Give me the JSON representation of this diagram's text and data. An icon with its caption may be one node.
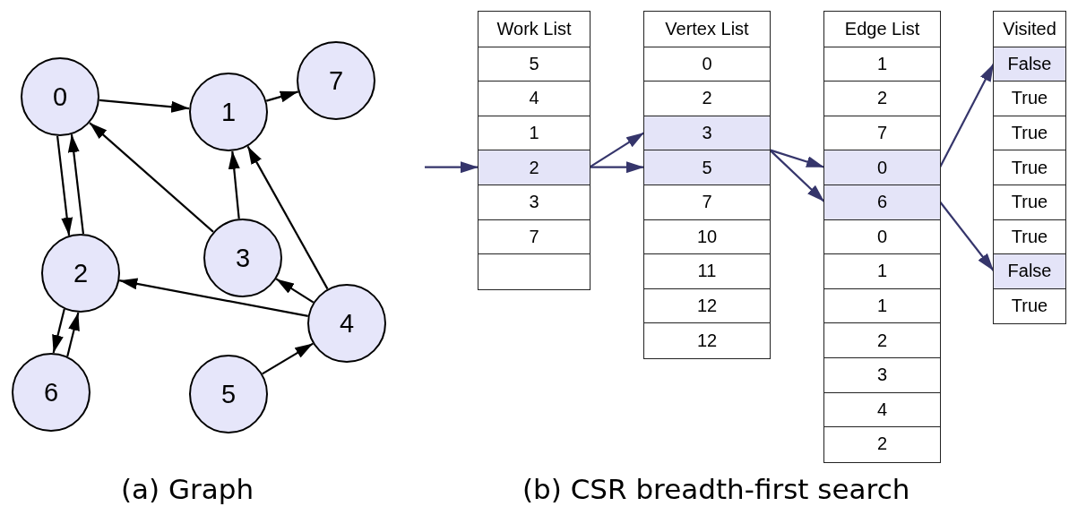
{
  "diagram": {
    "nodes": [
      {
        "text": [
          "0"
        ]
      },
      {
        "text": [
          "1"
        ]
      },
      {
        "text": [
          "2"
        ]
      },
      {
        "text": [
          "3"
        ]
      },
      {
        "text": [
          "4"
        ]
      },
      {
        "text": [
          "5"
        ]
      },
      {
        "text": [
          "6"
        ]
      },
      {
        "text": [
          "7"
        ]
      },
      {
        "text": [
          "Work List"
        ]
      },
      {
        "text": [
          "5"
        ],
        "in": 8
      },
      {
        "text": [
          "4"
        ],
        "in": 8
      },
      {
        "text": [
          "1"
        ],
        "in": 8
      },
      {
        "text": [
          "2"
        ],
        "in": 8
      },
      {
        "text": [
          "3"
        ],
        "in": 8
      },
      {
        "text": [
          "7"
        ],
        "in": 8
      },
      {
        "text": [],
        "shape": "box",
        "in": 8
      },
      {
        "text": [
          "Vertex List"
        ]
      },
      {
        "text": [
          "0"
        ],
        "in": 16
      },
      {
        "text": [
          "2"
        ],
        "in": 16
      },
      {
        "text": [
          "3"
        ],
        "in": 16
      },
      {
        "text": [
          "5"
        ],
        "in": 16
      },
      {
        "text": [
          "7"
        ],
        "in": 16
      },
      {
        "text": [
          "10"
        ],
        "in": 16
      },
      {
        "text": [
          "11"
        ],
        "in": 16
      },
      {
        "text": [
          "12"
        ],
        "in": 16
      },
      {
        "text": [
          "12"
        ],
        "in": 16
      },
      {
        "text": [
          "Edge List"
        ]
      },
      {
        "text": [
          "1"
        ],
        "in": 26
      },
      {
        "text": [
          "2"
        ],
        "in": 26
      },
      {
        "text": [
          "7"
        ],
        "in": 26
      },
      {
        "text": [
          "0"
        ],
        "in": 26
      },
      {
        "text": [
          "6"
        ],
        "in": 26
      },
      {
        "text": [
          "0"
        ],
        "in": 26
      },
      {
        "text": [
          "1"
        ],
        "in": 26
      },
      {
        "text": [
          "1"
        ],
        "in": 26
      },
      {
        "text": [
          "2"
        ],
        "in": 26
      },
      {
        "text": [
          "3"
        ],
        "in": 26
      },
      {
        "text": [
          "4"
        ],
        "in": 26
      },
      {
        "text": [
          "2"
        ],
        "in": 26
      },
      {
        "text": [
          "Visited"
        ]
      },
      {
        "text": [
          "False"
        ],
        "in": 39
      },
      {
        "text": [
          "True"
        ],
        "in": 39
      },
      {
        "text": [
          "True"
        ],
        "in": 39
      },
      {
        "text": [
          "True"
        ],
        "in": 39
      },
      {
        "text": [
          "True"
        ],
        "in": 39
      },
      {
        "text": [
          "True"
        ],
        "in": 39
      },
      {
        "text": [
          "False"
        ],
        "in": 39
      },
      {
        "text": [
          "True"
        ],
        "in": 39
      }
    ],
    "edges": [
      {
        "from": 0,
        "to": 1,
        "arrow": "to"
      },
      {
        "from": 1,
        "to": 7,
        "arrow": "to"
      },
      {
        "from": 0,
        "to": 2,
        "arrow": "to"
      },
      {
        "from": 2,
        "to": 0,
        "arrow": "to"
      },
      {
        "from": 3,
        "to": 0,
        "arrow": "to"
      },
      {
        "from": 3,
        "to": 1,
        "arrow": "to"
      },
      {
        "from": 4,
        "to": 1,
        "arrow": "to"
      },
      {
        "from": 4,
        "to": 3,
        "arrow": "to"
      },
      {
        "from": 4,
        "to": 2,
        "arrow": "to"
      },
      {
        "from": 5,
        "to": 4,
        "arrow": "to"
      },
      {
        "from": 6,
        "to": 2,
        "arrow": "to"
      },
      {
        "from": 2,
        "to": 6,
        "arrow": "to"
      },
      {
        "from": null,
        "to": 12,
        "arrow": "to",
        "color": "#35356b"
      },
      {
        "from": 12,
        "to": 19,
        "arrow": "to",
        "color": "#35356b"
      },
      {
        "from": 12,
        "to": 20,
        "arrow": "to",
        "color": "#35356b"
      },
      {
        "from": 19,
        "to": 30,
        "arrow": "to",
        "color": "#35356b"
      },
      {
        "from": 19,
        "to": 31,
        "arrow": "to",
        "color": "#35356b"
      },
      {
        "from": 30,
        "to": 40,
        "arrow": "to",
        "color": "#35356b"
      },
      {
        "from": 31,
        "to": 46,
        "arrow": "to",
        "color": "#35356b"
      }
    ],
    "labels": [
      "(a) Graph",
      "(b) CSR breadth-first search"
    ]
  }
}
